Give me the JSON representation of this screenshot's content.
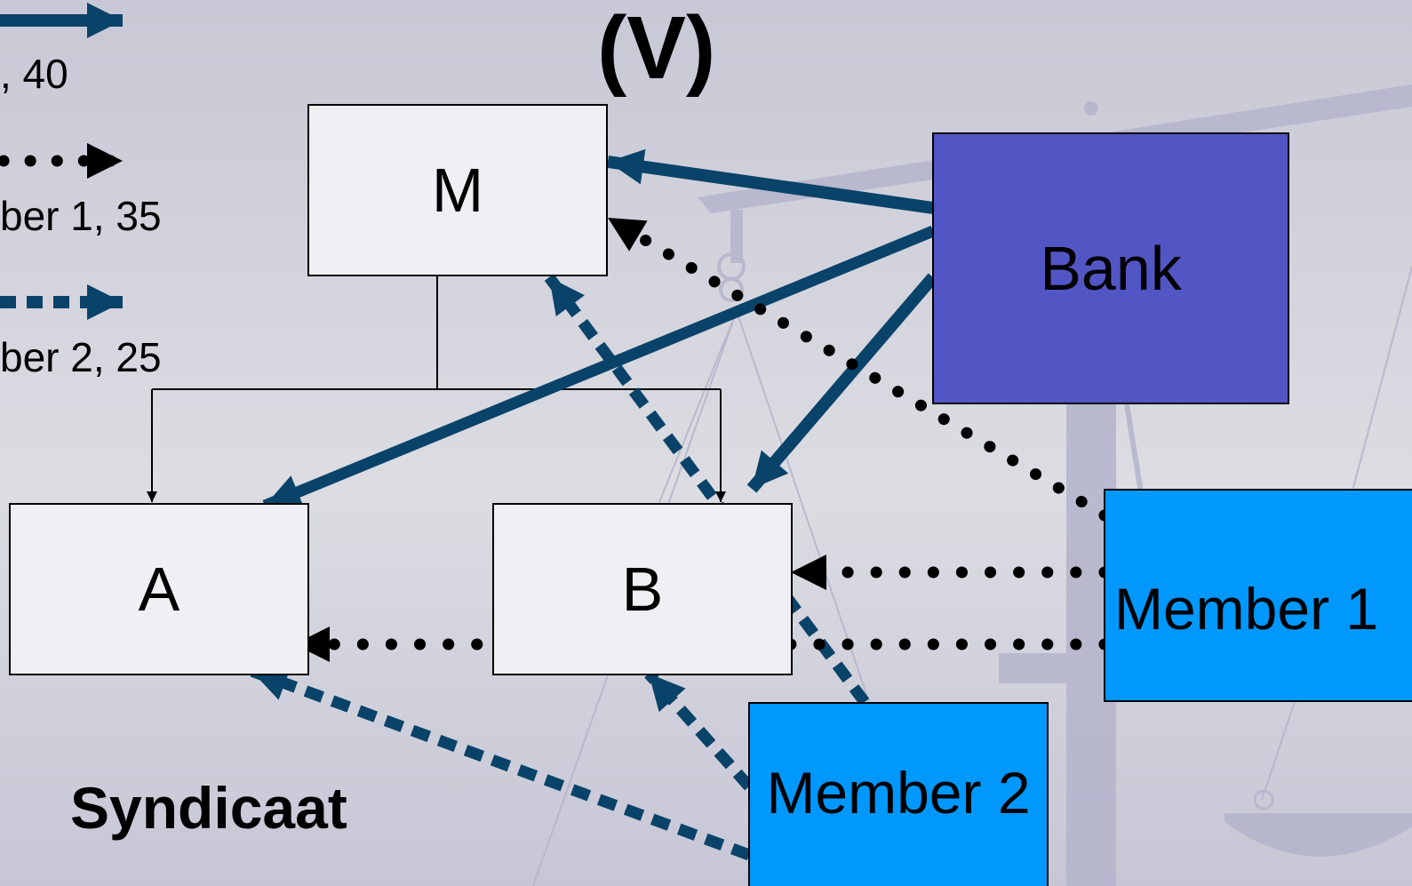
{
  "slide": {
    "title": "(V)",
    "footer": "Syndicaat"
  },
  "legend": [
    {
      "label": ", 40",
      "style": "solid",
      "color": "#0a4369"
    },
    {
      "label": "ber 1, 35",
      "style": "dotted",
      "color": "#000000"
    },
    {
      "label": "ber 2, 25",
      "style": "dashed",
      "color": "#0a4369"
    }
  ],
  "nodes": {
    "m": "M",
    "a": "A",
    "b": "B",
    "bank": "Bank",
    "member1": "Member 1",
    "member2": "Member 2"
  },
  "colors": {
    "background": "#d6d6de",
    "box_fill": "#f0f0f4",
    "bank_fill": "#5256c5",
    "member_fill": "#0098fd",
    "solid_arrow": "#0a4369",
    "dotted_arrow": "#000000",
    "dashed_arrow": "#0a4369"
  },
  "edges": [
    {
      "from": "m",
      "to": "a",
      "style": "thin"
    },
    {
      "from": "m",
      "to": "b",
      "style": "thin"
    },
    {
      "from": "bank",
      "to": "m",
      "style": "solid"
    },
    {
      "from": "bank",
      "to": "a",
      "style": "solid"
    },
    {
      "from": "bank",
      "to": "b",
      "style": "solid"
    },
    {
      "from": "member1",
      "to": "m",
      "style": "dotted"
    },
    {
      "from": "member1",
      "to": "b",
      "style": "dotted"
    },
    {
      "from": "member1",
      "to": "a",
      "style": "dotted"
    },
    {
      "from": "member2",
      "to": "m",
      "style": "dashed"
    },
    {
      "from": "member2",
      "to": "b",
      "style": "dashed"
    },
    {
      "from": "member2",
      "to": "a",
      "style": "dashed"
    }
  ]
}
